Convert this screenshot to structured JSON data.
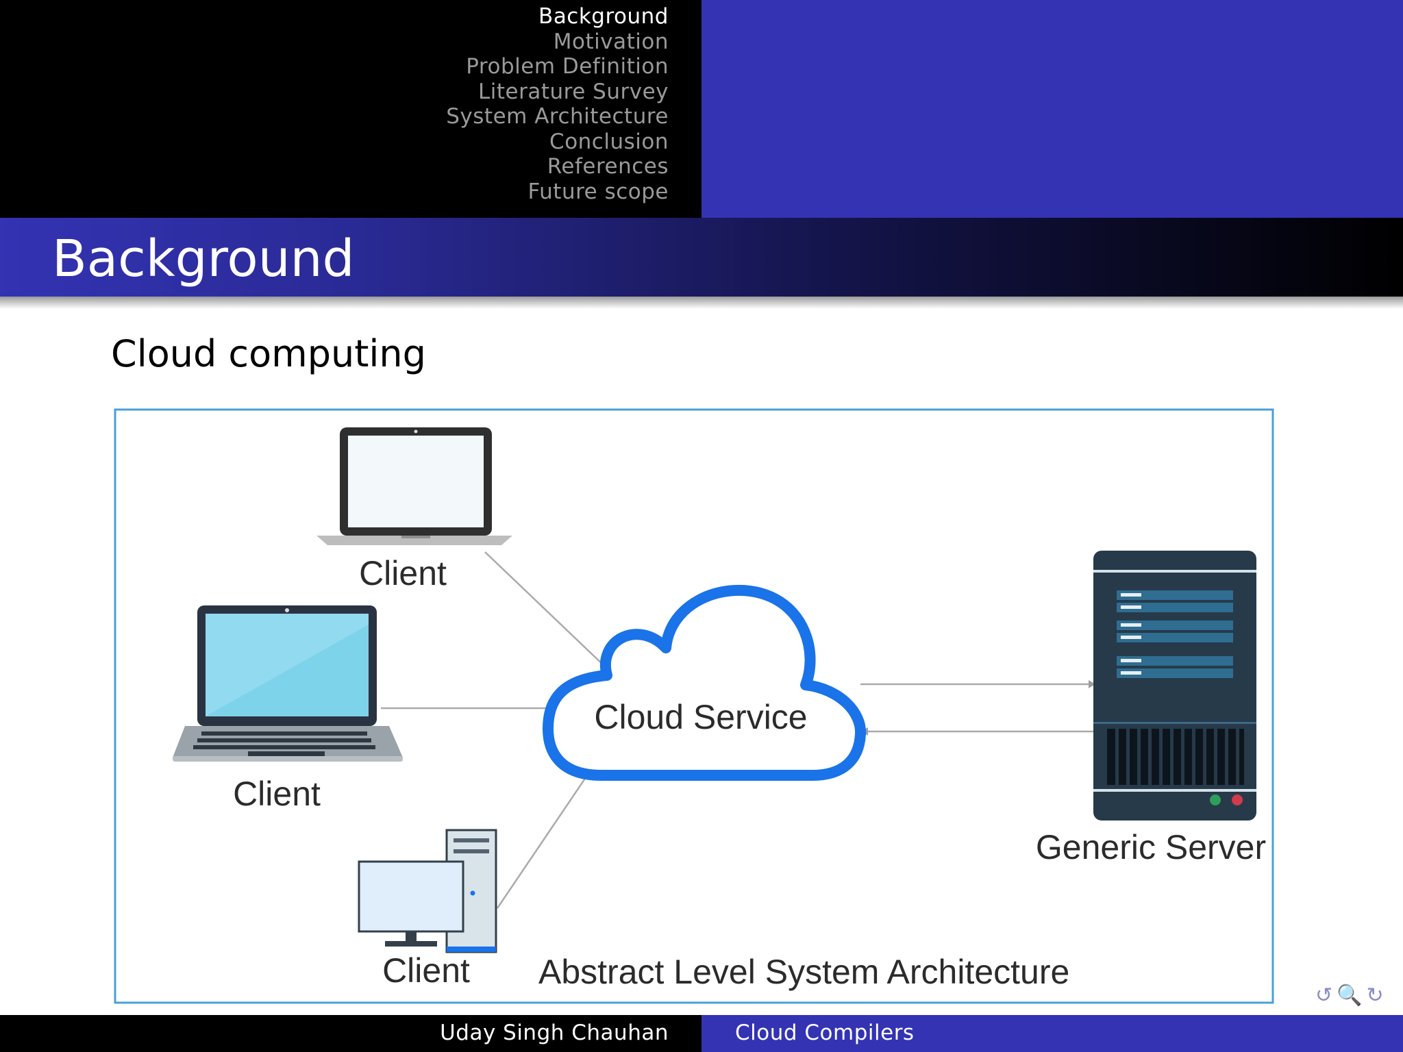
{
  "nav": {
    "items": [
      "Background",
      "Motivation",
      "Problem Definition",
      "Literature Survey",
      "System Architecture",
      "Conclusion",
      "References",
      "Future scope"
    ],
    "active": "Background"
  },
  "frame": {
    "title": "Background",
    "subtitle": "Cloud computing"
  },
  "diagram": {
    "client_label": "Client",
    "cloud_label": "Cloud Service",
    "server_label": "Generic Server",
    "caption": "Abstract Level System Architecture"
  },
  "footer": {
    "author": "Uday Singh Chauhan",
    "short_title": "Cloud Compilers"
  },
  "nav_symbols": "↺🔍↻",
  "colors": {
    "beamer_blue": "#3333b3",
    "cloud_blue": "#1a73e8",
    "frame_border": "#4a9fd8",
    "server_dark": "#263a4a"
  }
}
